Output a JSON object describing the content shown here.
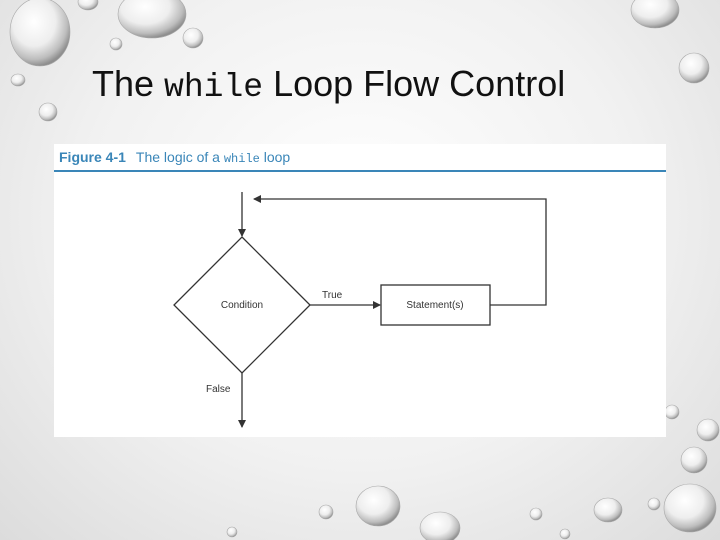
{
  "slide": {
    "title_prefix": "The ",
    "title_code": "while",
    "title_suffix": " Loop Flow Control"
  },
  "figure": {
    "number": "Figure 4-1",
    "caption_prefix": "The logic of a ",
    "caption_code": "while",
    "caption_suffix": " loop",
    "accent_color": "#3a86b8"
  },
  "flowchart": {
    "condition_label": "Condition",
    "statement_label": "Statement(s)",
    "true_label": "True",
    "false_label": "False"
  }
}
